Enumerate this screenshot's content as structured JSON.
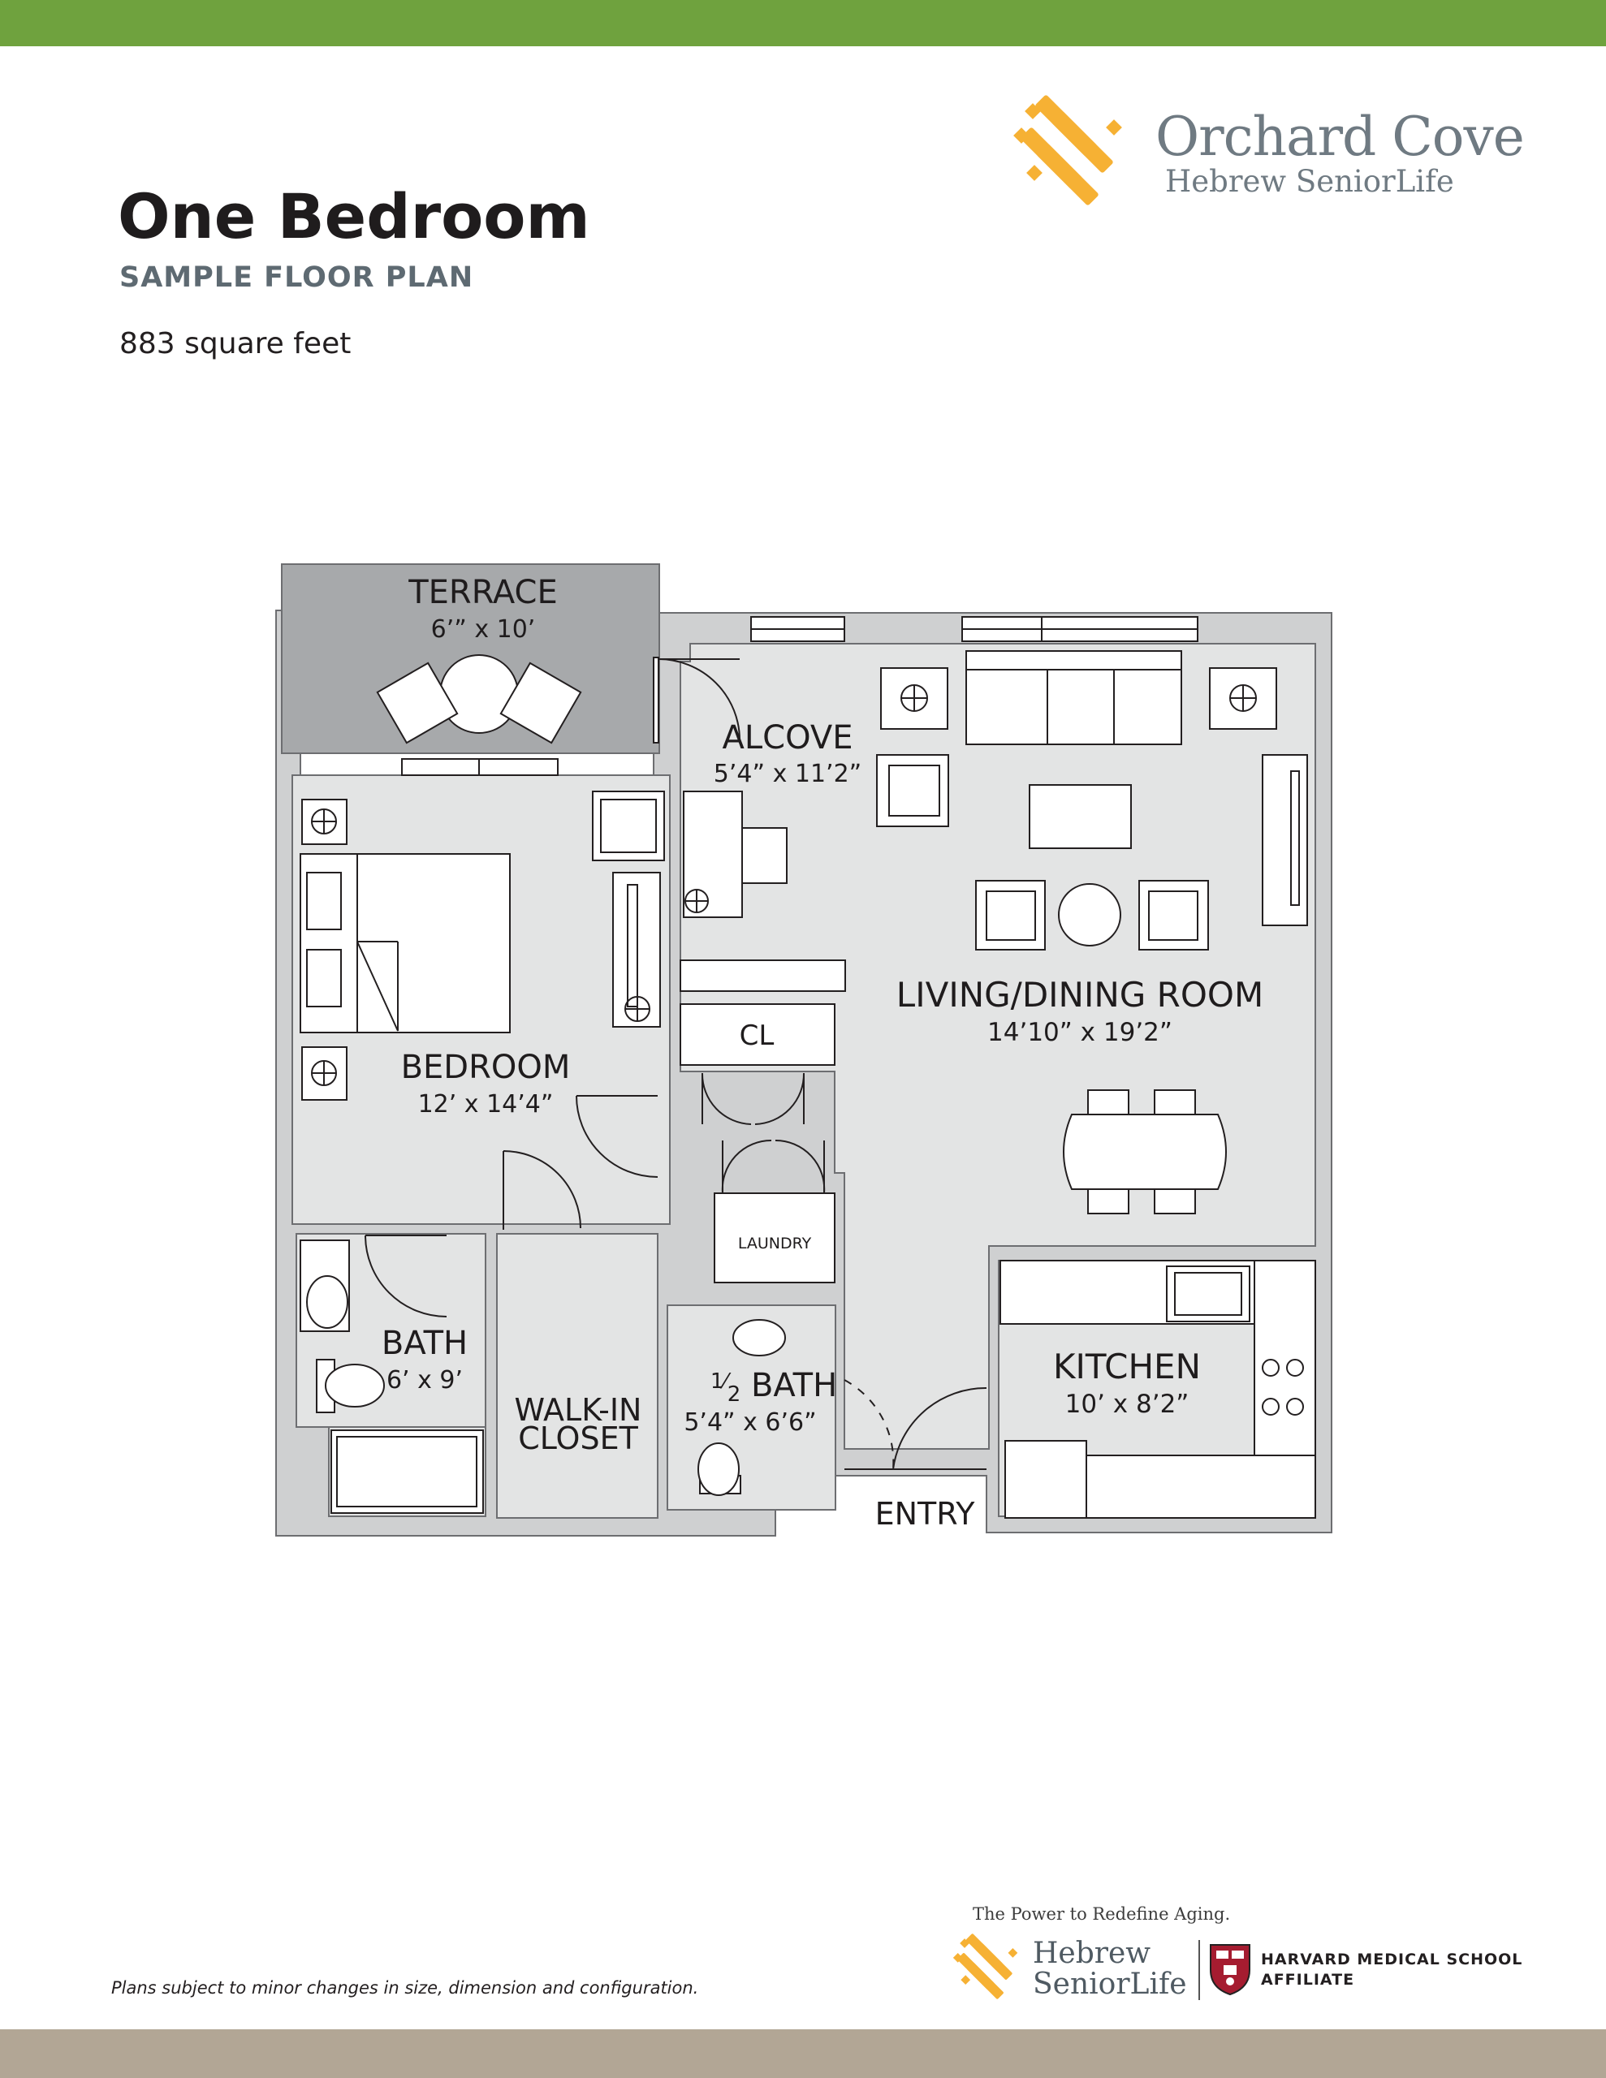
{
  "header": {
    "brand_name": "Orchard Cove",
    "brand_sub": "Hebrew SeniorLife",
    "logo_icon": "orchard-cove-lattice-logo",
    "accent_color": "#6fa23e",
    "logo_color": "#f6b134"
  },
  "page": {
    "title": "One Bedroom",
    "subtitle": "SAMPLE FLOOR PLAN",
    "area": "883 square feet"
  },
  "plan": {
    "rooms": {
      "terrace": {
        "name": "TERRACE",
        "size": "6’” x 10’"
      },
      "alcove": {
        "name": "ALCOVE",
        "size": "5’4” x 11’2”"
      },
      "living": {
        "name": "LIVING/DINING ROOM",
        "size": "14’10” x 19’2”"
      },
      "bedroom": {
        "name": "BEDROOM",
        "size": "12’ x 14’4”"
      },
      "closet": {
        "name": "CL"
      },
      "laundry": {
        "name": "LAUNDRY"
      },
      "bath": {
        "name": "BATH",
        "size": "6’ x 9’"
      },
      "walkin_line1": "WALK-IN",
      "walkin_line2": "CLOSET",
      "half_bath": {
        "name_fraction_num": "1",
        "name_fraction_den": "2",
        "name": " BATH",
        "size": "5’4” x 6’6”"
      },
      "kitchen": {
        "name": "KITCHEN",
        "size": "10’ x 8’2”"
      },
      "entry": {
        "name": "ENTRY"
      }
    },
    "colors": {
      "floor": "#e3e4e4",
      "wall": "#cfd0d1",
      "terrace": "#a7a9ab",
      "outline": "#6d6e71"
    }
  },
  "footer": {
    "disclaimer": "Plans subject to minor changes in size, dimension and configuration.",
    "tagline": "The Power to Redefine Aging.",
    "brand_line1": "Hebrew",
    "brand_line2": "SeniorLife",
    "affiliate_line1": "HARVARD MEDICAL SCHOOL",
    "affiliate_line2": "AFFILIATE",
    "shield_icon": "harvard-shield-icon",
    "bottom_bar_color": "#b2a695"
  }
}
